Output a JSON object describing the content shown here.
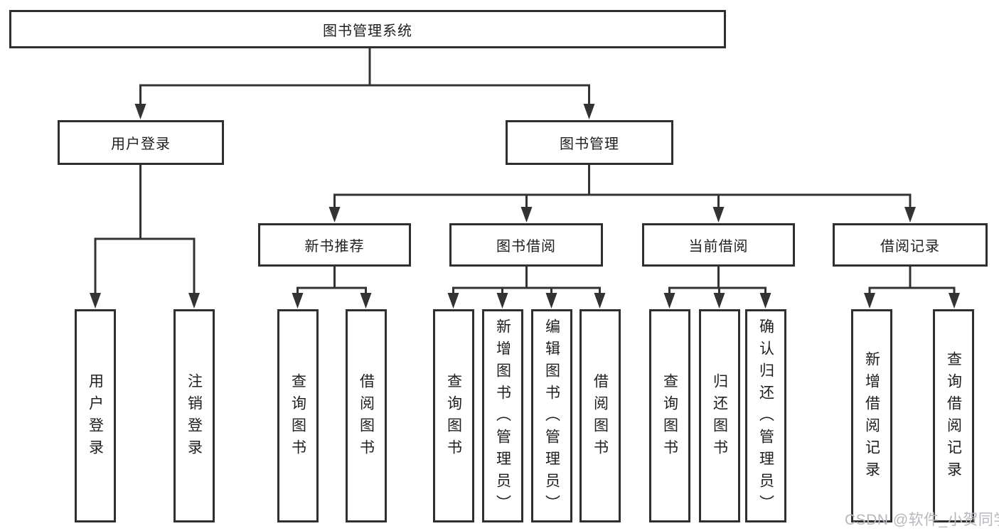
{
  "colors": {
    "line": "#333333",
    "box_border": "#2f2f2f",
    "text": "#202020",
    "watermark": "#b5b8bc",
    "background": "#ffffff"
  },
  "tree": {
    "root": {
      "label": "图书管理系统"
    },
    "branches": [
      {
        "label": "用户登录",
        "children": [
          "用户登录",
          "注销登录"
        ]
      },
      {
        "label": "图书管理",
        "children": [
          {
            "label": "新书推荐",
            "children": [
              "查询图书",
              "借阅图书"
            ]
          },
          {
            "label": "图书借阅",
            "children": [
              "查询图书",
              "新增图书（管理员）",
              "编辑图书（管理员）",
              "借阅图书"
            ]
          },
          {
            "label": "当前借阅",
            "children": [
              "查询图书",
              "归还图书",
              "确认归还（管理员）"
            ]
          },
          {
            "label": "借阅记录",
            "children": [
              "新增借阅记录",
              "查询借阅记录"
            ]
          }
        ]
      }
    ]
  },
  "watermark": {
    "text": "CSDN @软件_小贺同学"
  }
}
